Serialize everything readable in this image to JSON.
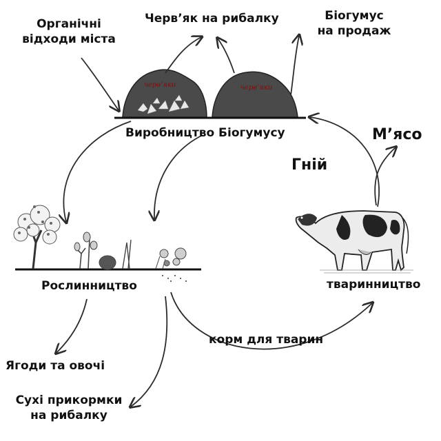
{
  "labels": {
    "city_waste": "Органічні\nвідходи міста",
    "worm_fishing": "Черв’як на рибалку",
    "biohumus_sale": "Біогумус\nна продаж",
    "pile_left": "черв’яки",
    "pile_right": "черв’яки",
    "biohumus_production": "Виробництво Біогумусу",
    "meat": "М’ясо",
    "manure": "Гній",
    "crop_growing": "Рослинництво",
    "livestock": "тваринництво",
    "animal_feed": "корм для тварин",
    "berries_vegetables": "Ягоди та овочі",
    "dry_bait": "Сухі прикормки\nна рибалку"
  },
  "colors": {
    "pile": "#4a4a4a",
    "arrow": "#2b2b2b",
    "ground": "#111111",
    "pile_text": "#7a1010"
  },
  "icons": [
    "compost-pile",
    "tree",
    "plants",
    "cow"
  ]
}
